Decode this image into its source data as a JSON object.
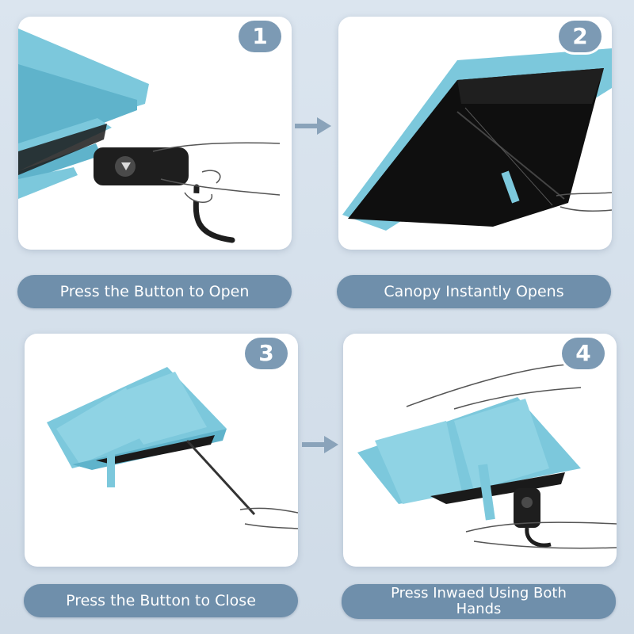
{
  "steps": [
    {
      "number": "1",
      "caption": "Press the Button to Open"
    },
    {
      "number": "2",
      "caption": "Canopy Instantly Opens"
    },
    {
      "number": "3",
      "caption": "Press the Button to Close"
    },
    {
      "number": "4",
      "caption": "Press Inwaed Using Both Hands"
    }
  ],
  "colors": {
    "background": "#d6e1ec",
    "pill": "#6f8fab",
    "badge": "#7c9ab4",
    "canopy": "#7cc8dc",
    "canopy_dark": "#5fb3cb",
    "canopy_inner": "#111111",
    "arrow": "#8aa3ba"
  },
  "icons": {
    "arrow_1_2": "arrow-right-icon",
    "arrow_3_4": "arrow-right-icon"
  }
}
